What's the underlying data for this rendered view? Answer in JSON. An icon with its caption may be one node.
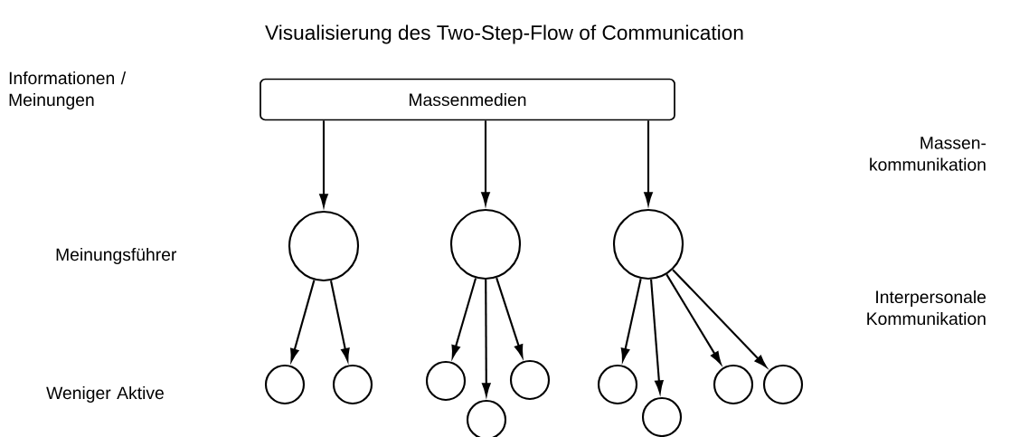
{
  "diagram": {
    "title": "Visualisierung des Two-Step-Flow of Communication",
    "nodes": [
      {
        "text": [
          "Massenmedien"
        ]
      },
      {
        "text": [],
        "shape": "circle"
      },
      {
        "text": [],
        "shape": "circle"
      },
      {
        "text": [],
        "shape": "circle"
      },
      {
        "text": [],
        "shape": "circle"
      },
      {
        "text": [],
        "shape": "circle"
      },
      {
        "text": [],
        "shape": "circle"
      },
      {
        "text": [],
        "shape": "circle"
      },
      {
        "text": [],
        "shape": "circle"
      },
      {
        "text": [],
        "shape": "circle"
      },
      {
        "text": [],
        "shape": "circle"
      },
      {
        "text": [],
        "shape": "circle"
      },
      {
        "text": [],
        "shape": "circle"
      }
    ],
    "edges": [
      {
        "from": 0,
        "to": 1,
        "arrow": "to"
      },
      {
        "from": 0,
        "to": 2,
        "arrow": "to"
      },
      {
        "from": 0,
        "to": 3,
        "arrow": "to"
      },
      {
        "from": 1,
        "to": 4,
        "arrow": "to"
      },
      {
        "from": 1,
        "to": 5,
        "arrow": "to"
      },
      {
        "from": 2,
        "to": 6,
        "arrow": "to"
      },
      {
        "from": 2,
        "to": 7,
        "arrow": "to"
      },
      {
        "from": 2,
        "to": 8,
        "arrow": "to"
      },
      {
        "from": 3,
        "to": 9,
        "arrow": "to"
      },
      {
        "from": 3,
        "to": 10,
        "arrow": "to"
      },
      {
        "from": 3,
        "to": 11,
        "arrow": "to"
      },
      {
        "from": 3,
        "to": 12,
        "arrow": "to"
      }
    ],
    "labels": [
      "Informationen / Meinungen",
      "Massen- kommunikation",
      "Meinungsführer",
      "Interpersonale Kommunikation",
      "Weniger Aktive"
    ]
  }
}
